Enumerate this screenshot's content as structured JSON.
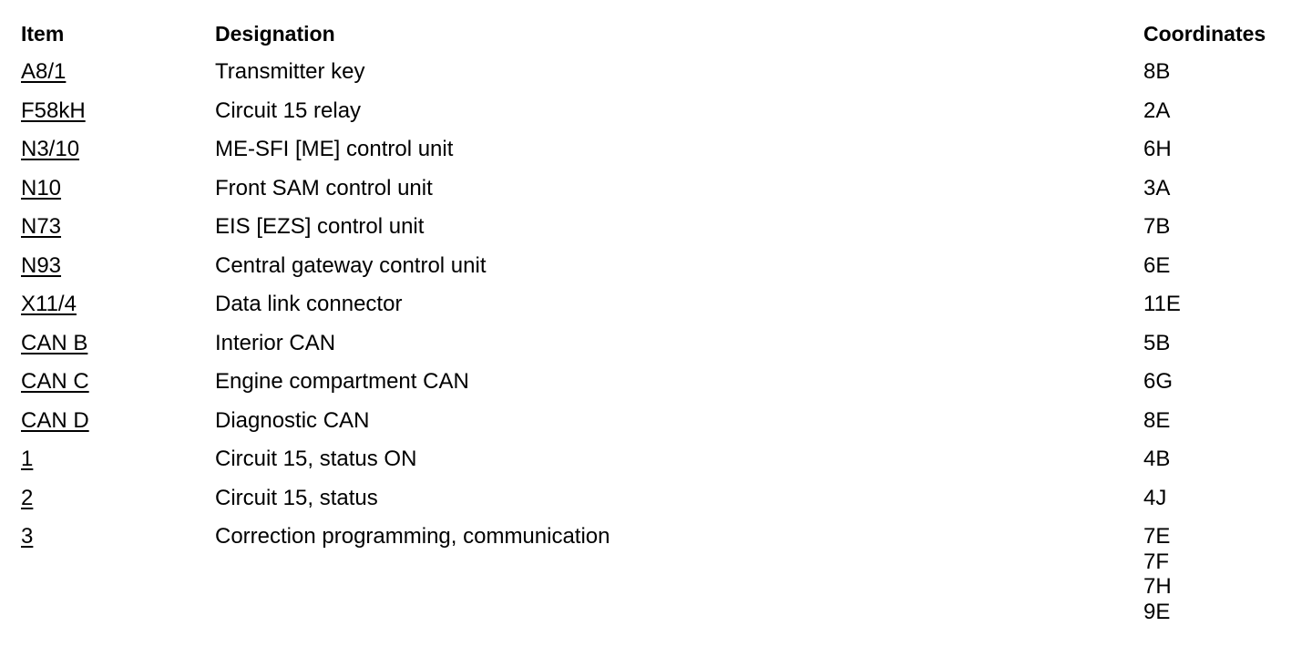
{
  "headers": {
    "item": "Item",
    "designation": "Designation",
    "coordinates": "Coordinates"
  },
  "rows": [
    {
      "item": "A8/1",
      "designation": "Transmitter key",
      "coordinates": [
        "8B"
      ]
    },
    {
      "item": "F58kH",
      "designation": "Circuit 15 relay",
      "coordinates": [
        "2A"
      ]
    },
    {
      "item": "N3/10",
      "designation": "ME-SFI [ME] control unit",
      "coordinates": [
        "6H"
      ]
    },
    {
      "item": "N10",
      "designation": "Front SAM control unit",
      "coordinates": [
        "3A"
      ]
    },
    {
      "item": "N73",
      "designation": "EIS [EZS] control unit",
      "coordinates": [
        "7B"
      ]
    },
    {
      "item": "N93",
      "designation": "Central gateway control unit",
      "coordinates": [
        "6E"
      ]
    },
    {
      "item": "X11/4",
      "designation": "Data link connector",
      "coordinates": [
        "11E"
      ]
    },
    {
      "item": "CAN B",
      "designation": "Interior CAN",
      "coordinates": [
        "5B"
      ]
    },
    {
      "item": "CAN C",
      "designation": "Engine compartment CAN",
      "coordinates": [
        "6G"
      ]
    },
    {
      "item": "CAN D",
      "designation": "Diagnostic CAN",
      "coordinates": [
        "8E"
      ]
    },
    {
      "item": "1",
      "designation": "Circuit 15, status ON",
      "coordinates": [
        "4B"
      ]
    },
    {
      "item": "2",
      "designation": "Circuit 15, status",
      "coordinates": [
        "4J"
      ]
    },
    {
      "item": "3",
      "designation": "Correction programming, communication",
      "coordinates": [
        "7E",
        "7F",
        "7H",
        "9E"
      ]
    }
  ]
}
